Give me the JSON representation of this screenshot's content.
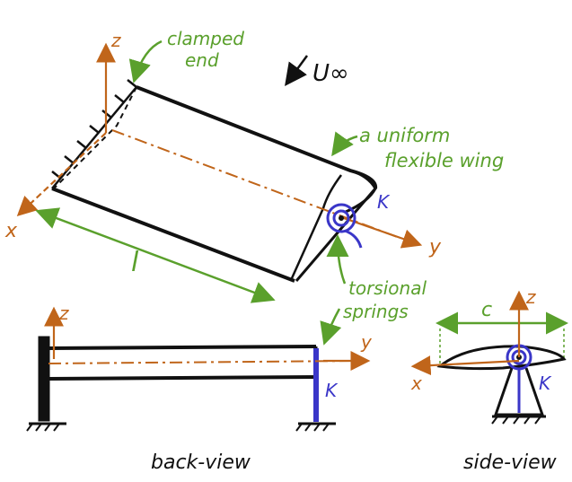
{
  "labels": {
    "clamped_end": [
      "clamped",
      "end"
    ],
    "flow": "U∞",
    "wing": [
      "a uniform",
      "flexible wing"
    ],
    "spring_k_main": "K",
    "axis_z_main": "z",
    "axis_x_main": "x",
    "axis_y_main": "y",
    "length": "l",
    "torsional_springs": [
      "torsional",
      "springs"
    ],
    "axis_z_back": "z",
    "axis_y_back": "y",
    "spring_k_back": "K",
    "back_view": "back-view",
    "chord": "c",
    "axis_z_side": "z",
    "axis_x_side": "x",
    "spring_k_side": "K",
    "side_view": "side-view"
  },
  "colors": {
    "annotation": "#5aa02c",
    "axes": "#c0651a",
    "spring": "#3a36c8",
    "structure": "#111111"
  }
}
